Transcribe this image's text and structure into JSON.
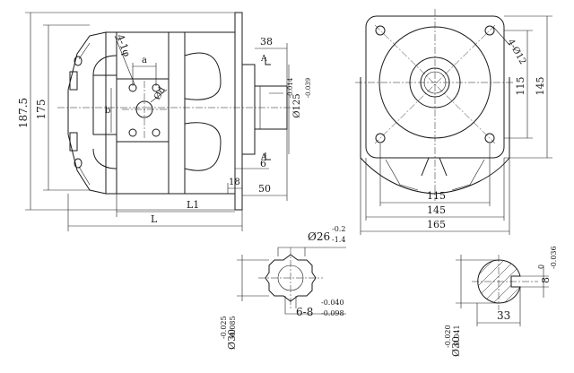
{
  "drawing": {
    "side_view": {
      "dim_overall_height": "187.5",
      "dim_body_height": "175",
      "dim_ports": "4-1φ",
      "dim_port_a": "a",
      "dim_port_b": "b",
      "dim_port_d": "Ød",
      "dim_shaft_length": "38",
      "dim_flange_dia": "Ø125",
      "dim_flange_tol_upper": "-0.014",
      "dim_flange_tol_lower": "-0.039",
      "dim_6": "6",
      "dim_18": "18",
      "dim_50": "50",
      "dim_L1": "L1",
      "dim_L": "L",
      "section_mark": "A"
    },
    "front_view": {
      "dim_bolt_holes": "4-Ø12",
      "dim_115_v": "115",
      "dim_145_v": "145",
      "dim_115_h": "115",
      "dim_145_h": "145",
      "dim_165_h": "165"
    },
    "spline_detail": {
      "dim_outer": "Ø26",
      "dim_outer_upper": "-0.2",
      "dim_outer_lower": "-1.4",
      "dim_spline": "6-8",
      "dim_spline_upper": "-0.040",
      "dim_spline_lower": "-0.098",
      "dim_dia": "Ø30",
      "dim_dia_upper": "-0.025",
      "dim_dia_lower": "-0.085"
    },
    "key_detail": {
      "dim_key": "8",
      "dim_key_upper": "0",
      "dim_key_lower": "-0.036",
      "dim_dia": "Ø30",
      "dim_dia_upper": "-0.020",
      "dim_dia_lower": "-0.041",
      "dim_33": "33"
    }
  }
}
